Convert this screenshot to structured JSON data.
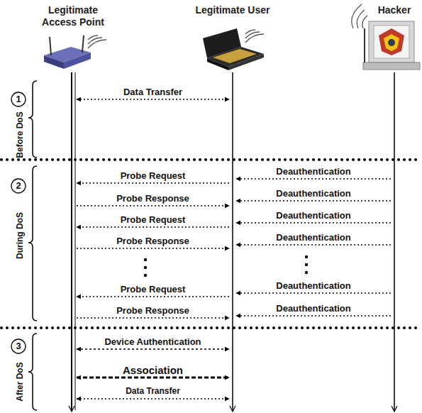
{
  "diagram": {
    "nodes": [
      {
        "text": [
          "Legitimate Access Point"
        ]
      },
      {
        "text": [
          "Legitimate User"
        ]
      },
      {
        "text": [
          "Hacker"
        ]
      }
    ],
    "edges": [
      {
        "from": 0,
        "to": 1,
        "label": "Data Transfer",
        "arrow": "both"
      },
      {
        "from": 1,
        "to": 0,
        "label": "Probe Request",
        "arrow": "to"
      },
      {
        "from": 0,
        "to": 1,
        "label": "Probe Response",
        "arrow": "to"
      },
      {
        "from": 1,
        "to": 0,
        "label": "Probe Request",
        "arrow": "to"
      },
      {
        "from": 0,
        "to": 1,
        "label": "Probe Response",
        "arrow": "to"
      },
      {
        "from": 1,
        "to": 0,
        "label": "Probe Request",
        "arrow": "to"
      },
      {
        "from": 0,
        "to": 1,
        "label": "Probe Response",
        "arrow": "to"
      },
      {
        "from": 2,
        "to": 1,
        "label": "Deauthentication",
        "arrow": "to"
      },
      {
        "from": 2,
        "to": 1,
        "label": "Deauthentication",
        "arrow": "to"
      },
      {
        "from": 2,
        "to": 1,
        "label": "Deauthentication",
        "arrow": "to"
      },
      {
        "from": 2,
        "to": 1,
        "label": "Deauthentication",
        "arrow": "to"
      },
      {
        "from": 2,
        "to": 1,
        "label": "Deauthentication",
        "arrow": "to"
      },
      {
        "from": 2,
        "to": 1,
        "label": "Deauthentication",
        "arrow": "to"
      },
      {
        "from": 0,
        "to": 1,
        "label": "Device Authentication",
        "arrow": "both"
      },
      {
        "from": 0,
        "to": 1,
        "label": "Association",
        "arrow": "both"
      },
      {
        "from": 0,
        "to": 1,
        "label": "Data Transfer",
        "arrow": "both"
      }
    ],
    "labels": [
      "1",
      "Before DoS",
      "2",
      "During DoS",
      "3",
      "After DoS"
    ]
  }
}
